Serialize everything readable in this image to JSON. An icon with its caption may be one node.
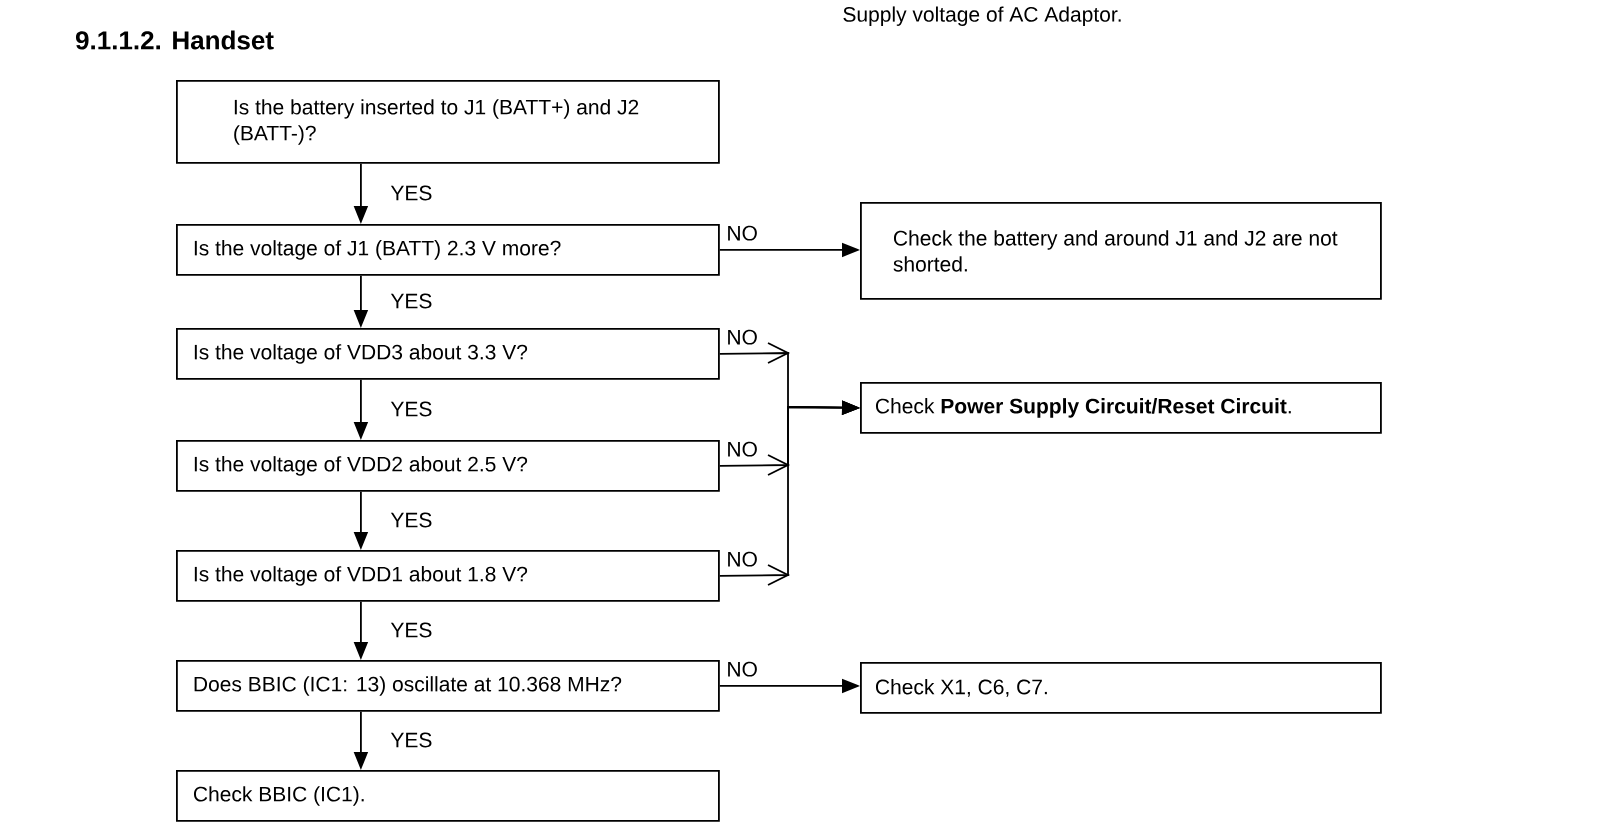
{
  "diagram": {
    "title": "9.1.1.2. Handset",
    "nodes": [
      {
        "text": [
          "Is the battery inserted to J1 (BATT+) and J2 (BATT-)?"
        ]
      },
      {
        "text": [
          "Is the voltage of J1 (BATT) 2.3 V more?"
        ]
      },
      {
        "text": [
          "Check the battery and around J1 and J2 are not shorted."
        ]
      },
      {
        "text": [
          "Is the voltage of VDD3 about 3.3 V?"
        ]
      },
      {
        "text": [
          "Check **Power Supply Circuit/Reset Circuit**."
        ]
      },
      {
        "text": [
          "Is the voltage of VDD2 about 2.5 V?"
        ]
      },
      {
        "text": [
          "Is the voltage of VDD1 about 1.8 V?"
        ]
      },
      {
        "text": [
          "Does BBIC (IC1: 13) oscillate at 10.368 MHz?"
        ]
      },
      {
        "text": [
          "Check X1, C6, C7."
        ]
      },
      {
        "text": [
          "Check BBIC (IC1)."
        ]
      }
    ],
    "edges": [
      {
        "from": 0,
        "to": 1,
        "arrow": "to",
        "label": "YES"
      },
      {
        "from": 1,
        "to": 2,
        "arrow": "to",
        "label": "NO"
      },
      {
        "from": 1,
        "to": 3,
        "arrow": "to",
        "label": "YES"
      },
      {
        "from": 3,
        "to": 4,
        "arrow": "to",
        "label": "NO"
      },
      {
        "from": 3,
        "to": 5,
        "arrow": "to",
        "label": "YES"
      },
      {
        "from": 5,
        "to": 4,
        "arrow": "to",
        "label": "NO"
      },
      {
        "from": 5,
        "to": 6,
        "arrow": "to",
        "label": "YES"
      },
      {
        "from": 6,
        "to": 4,
        "arrow": "to",
        "label": "NO"
      },
      {
        "from": 6,
        "to": 7,
        "arrow": "to",
        "label": "YES"
      },
      {
        "from": 7,
        "to": 8,
        "arrow": "to",
        "label": "NO"
      },
      {
        "from": 7,
        "to": 9,
        "arrow": "to",
        "label": "YES"
      }
    ],
    "labels": [
      "Supply voltage of AC Adaptor."
    ]
  }
}
